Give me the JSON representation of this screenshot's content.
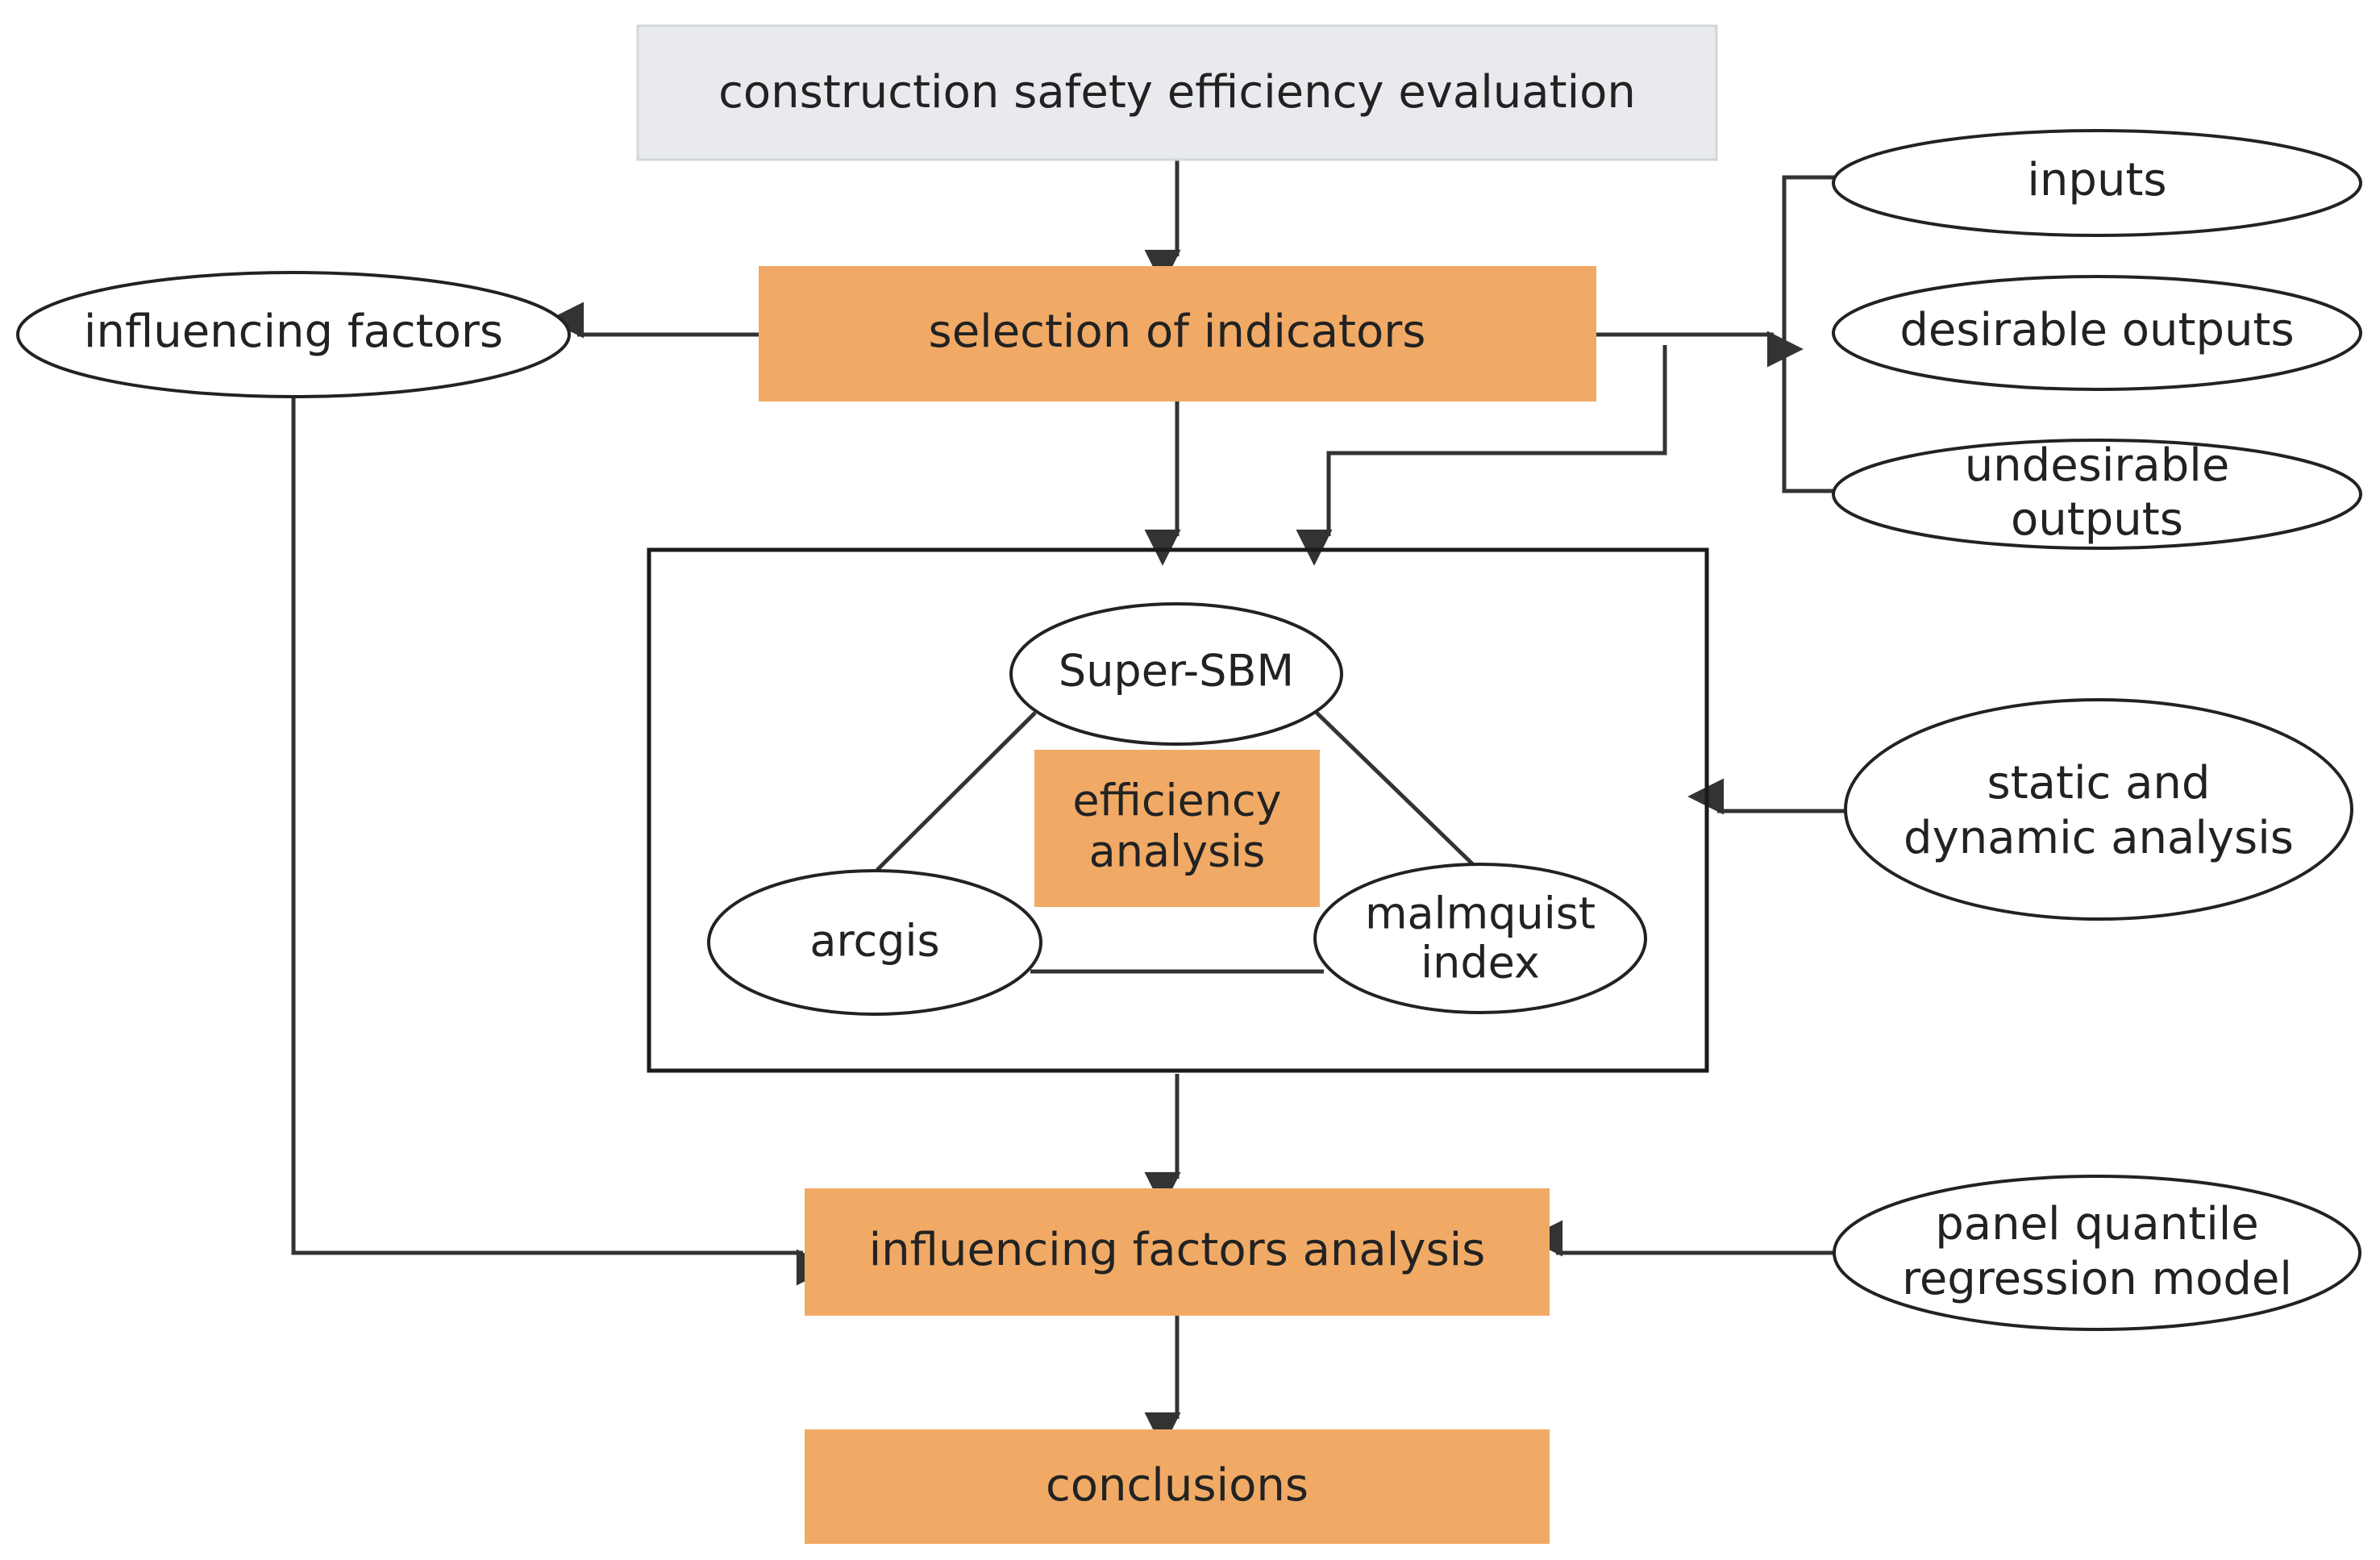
{
  "nodes": {
    "evaluation": "construction safety efficiency evaluation",
    "selection": "selection of indicators",
    "influencing_factors": "influencing factors",
    "inputs": "inputs",
    "desirable_outputs": "desirable outputs",
    "undesirable_outputs": [
      "undesirable",
      "outputs"
    ],
    "super_sbm": "Super-SBM",
    "efficiency_analysis": [
      "efficiency",
      "analysis"
    ],
    "arcgis": "arcgis",
    "malmquist": [
      "malmquist",
      "index"
    ],
    "static_dynamic": [
      "static and",
      "dynamic analysis"
    ],
    "influencing_analysis": "influencing factors analysis",
    "panel_quantile": [
      "panel quantile",
      "regression model"
    ],
    "conclusions": "conclusions"
  },
  "colors": {
    "orange": "#f0aa66",
    "top_box": "#e8eaed",
    "line": "#333333"
  }
}
